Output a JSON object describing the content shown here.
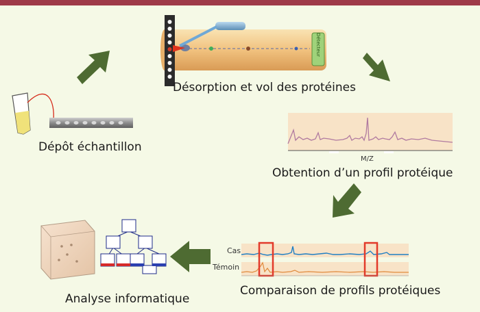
{
  "labels": {
    "desorption": "Désorption et vol des protéines",
    "depot": "Dépôt échantillon",
    "profil": "Obtention d’un profil protéique",
    "comparaison": "Comparaison de profils protéiques",
    "analyse": "Analyse informatique"
  },
  "spectrum": {
    "axis_label": "M/Z"
  },
  "detector": {
    "label": "Détecteur"
  },
  "comparison": {
    "cas": "Cas",
    "temoin": "Témoin"
  },
  "colors": {
    "top_bar": "#9e3a48",
    "background": "#f5f9e6",
    "arrow": "#4e6b32",
    "spectrum_line": "#b07aa0",
    "cas_line": "#1f7fc4",
    "temoin_line": "#e08a3c",
    "highlight_box": "#e23a2a"
  }
}
